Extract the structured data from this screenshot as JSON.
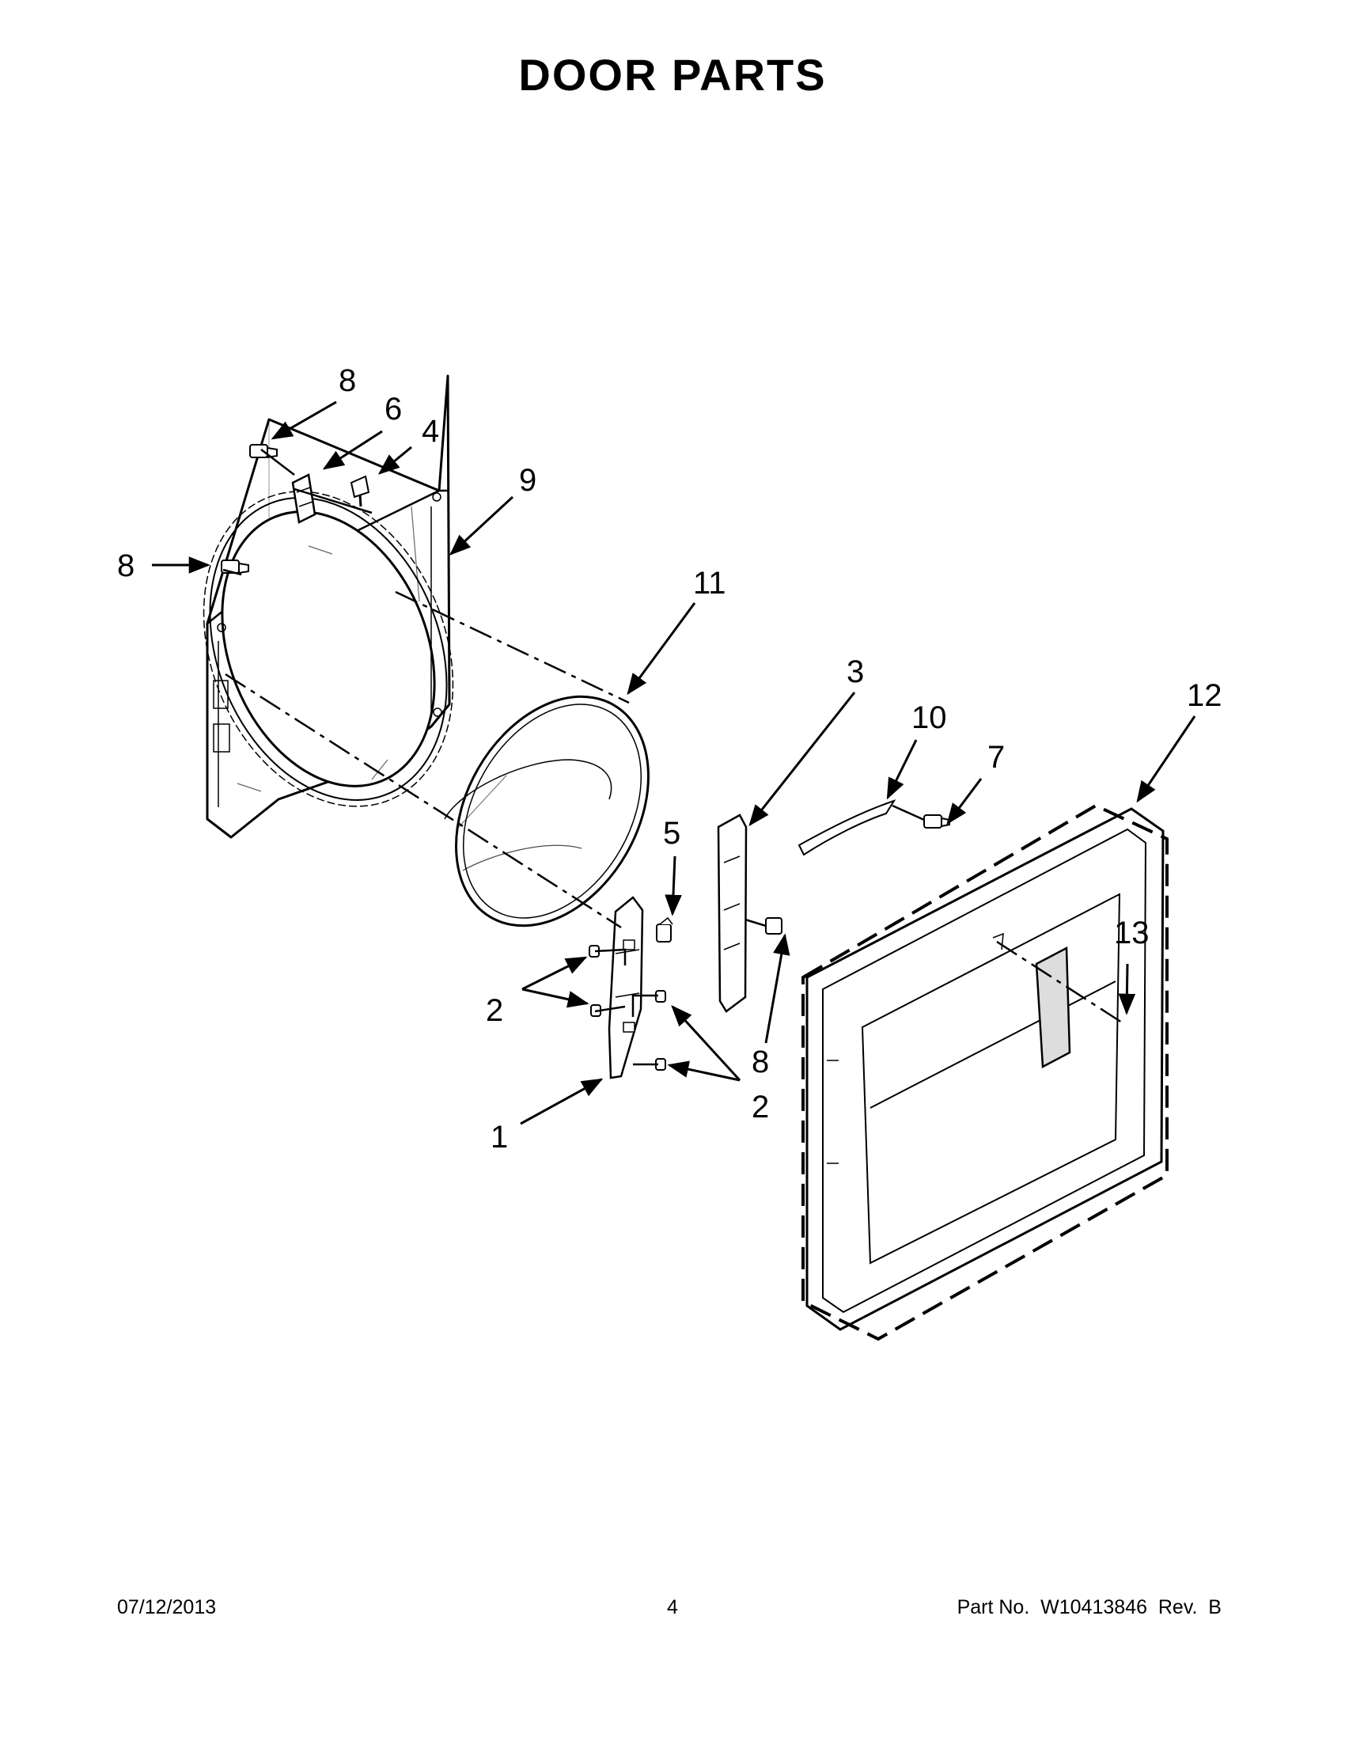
{
  "title": "DOOR PARTS",
  "callouts": {
    "c1": "1",
    "c2a": "2",
    "c2b": "2",
    "c3": "3",
    "c4": "4",
    "c5": "5",
    "c6": "6",
    "c7": "7",
    "c8a": "8",
    "c8b": "8",
    "c8c": "8",
    "c9": "9",
    "c10": "10",
    "c11": "11",
    "c12": "12",
    "c13": "13"
  },
  "footer": {
    "date": "07/12/2013",
    "page": "4",
    "part": "Part No.  W10413846  Rev.  B"
  },
  "colors": {
    "ink": "#000000",
    "paper": "#ffffff",
    "fill": "#f2f2f2"
  }
}
